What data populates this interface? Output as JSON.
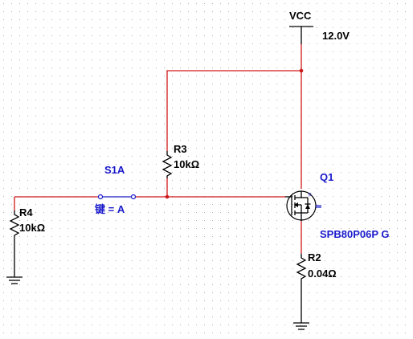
{
  "supply": {
    "name": "VCC",
    "value": "12.0V"
  },
  "r3": {
    "ref": "R3",
    "value": "10kΩ"
  },
  "r4": {
    "ref": "R4",
    "value": "10kΩ"
  },
  "r2": {
    "ref": "R2",
    "value": "0.04Ω"
  },
  "switch": {
    "ref": "S1A",
    "key_label": "键 = A"
  },
  "mosfet": {
    "ref": "Q1",
    "model": "SPB80P06P G"
  },
  "colors": {
    "wire": "#d01818",
    "component": "#000000",
    "label": "#1a1acc",
    "grid_dot": "#b0b0b0"
  }
}
